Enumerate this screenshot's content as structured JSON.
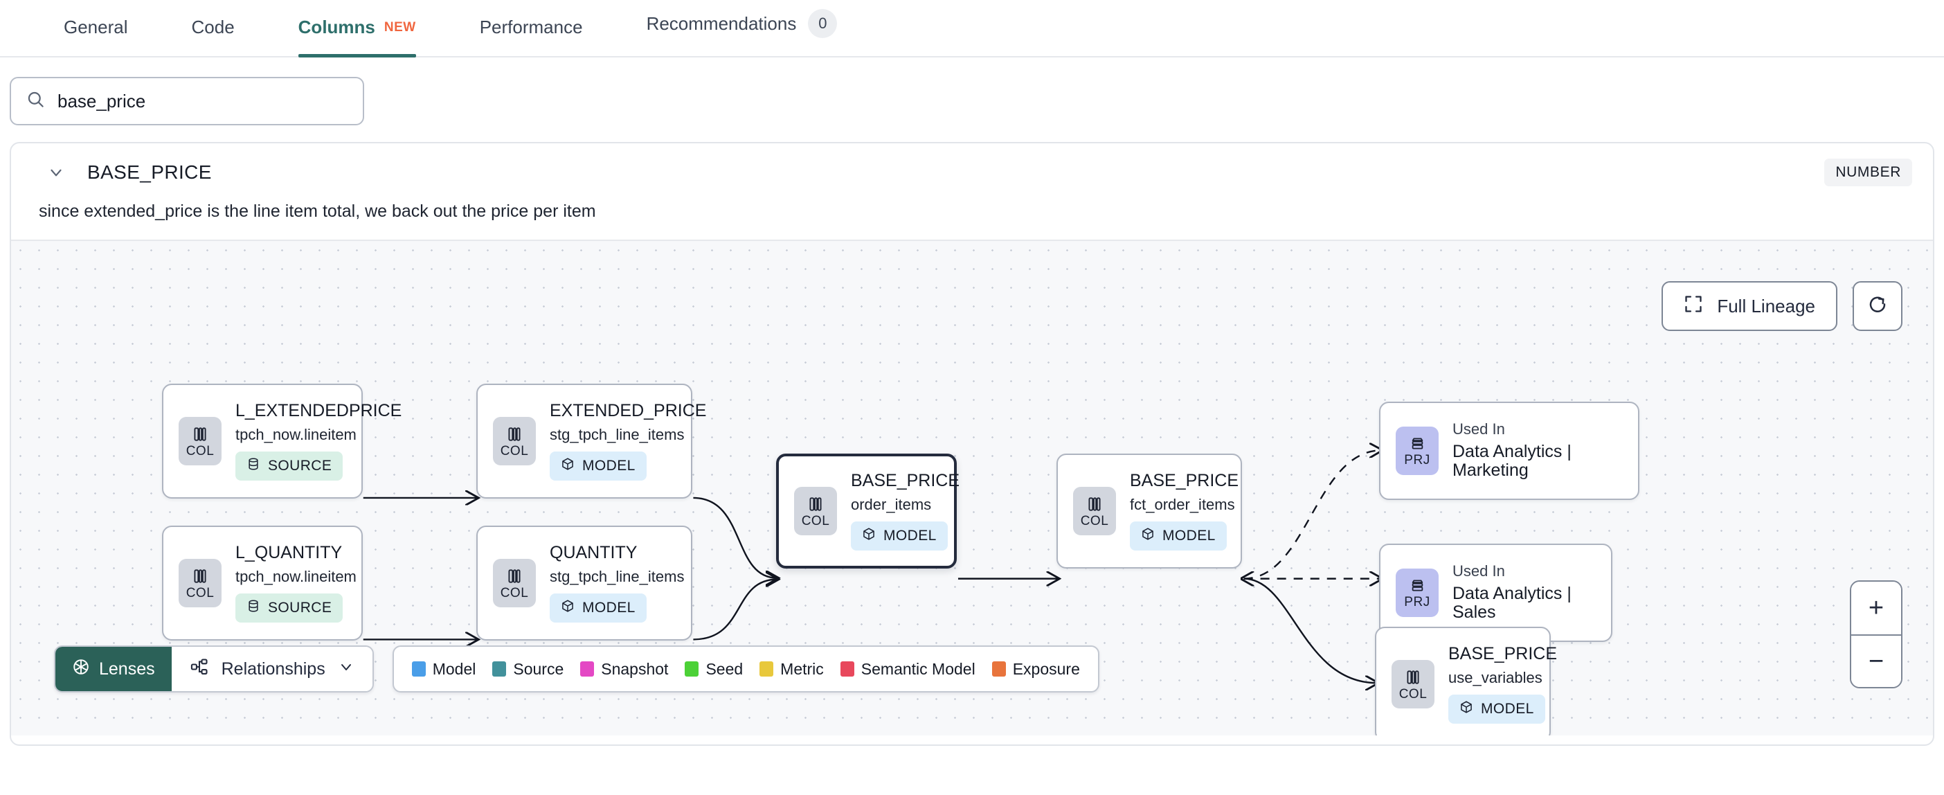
{
  "tabs": [
    {
      "label": "General",
      "active": false
    },
    {
      "label": "Code",
      "active": false
    },
    {
      "label": "Columns",
      "active": true,
      "badge": "NEW"
    },
    {
      "label": "Performance",
      "active": false
    },
    {
      "label": "Recommendations",
      "active": false,
      "count": "0"
    }
  ],
  "search": {
    "value": "base_price",
    "placeholder": "Search columns",
    "icon": "search-icon"
  },
  "column": {
    "name": "BASE_PRICE",
    "type": "NUMBER",
    "description": "since extended_price is the line item total, we back out the price per item"
  },
  "graph": {
    "controls": {
      "full_lineage_label": "Full Lineage",
      "refresh_icon": "refresh-icon",
      "zoom_in_label": "+",
      "zoom_out_label": "−"
    },
    "nodes": [
      {
        "id": "l_extendedprice",
        "title": "L_EXTENDEDPRICE",
        "subtitle": "tpch_now.lineitem",
        "badge": "COL",
        "kind": "SOURCE"
      },
      {
        "id": "l_quantity",
        "title": "L_QUANTITY",
        "subtitle": "tpch_now.lineitem",
        "badge": "COL",
        "kind": "SOURCE"
      },
      {
        "id": "extended_price",
        "title": "EXTENDED_PRICE",
        "subtitle": "stg_tpch_line_items",
        "badge": "COL",
        "kind": "MODEL"
      },
      {
        "id": "quantity",
        "title": "QUANTITY",
        "subtitle": "stg_tpch_line_items",
        "badge": "COL",
        "kind": "MODEL"
      },
      {
        "id": "base_price_order_items",
        "title": "BASE_PRICE",
        "subtitle": "order_items",
        "badge": "COL",
        "kind": "MODEL",
        "selected": true
      },
      {
        "id": "base_price_fct",
        "title": "BASE_PRICE",
        "subtitle": "fct_order_items",
        "badge": "COL",
        "kind": "MODEL"
      },
      {
        "id": "base_price_use_variables",
        "title": "BASE_PRICE",
        "subtitle": "use_variables",
        "badge": "COL",
        "kind": "MODEL"
      },
      {
        "id": "used_in_marketing",
        "title": "Used In",
        "subtitle": "Data Analytics | Marketing",
        "badge": "PRJ"
      },
      {
        "id": "used_in_sales",
        "title": "Used In",
        "subtitle": "Data Analytics | Sales",
        "badge": "PRJ"
      }
    ]
  },
  "bottombar": {
    "lenses_label": "Lenses",
    "relationships_label": "Relationships",
    "legend": [
      {
        "label": "Model",
        "color": "#4a9ee8"
      },
      {
        "label": "Source",
        "color": "#42919b"
      },
      {
        "label": "Snapshot",
        "color": "#e448c4"
      },
      {
        "label": "Seed",
        "color": "#4cd137"
      },
      {
        "label": "Metric",
        "color": "#e8c83c"
      },
      {
        "label": "Semantic Model",
        "color": "#e8485c"
      },
      {
        "label": "Exposure",
        "color": "#e8743c"
      }
    ]
  }
}
